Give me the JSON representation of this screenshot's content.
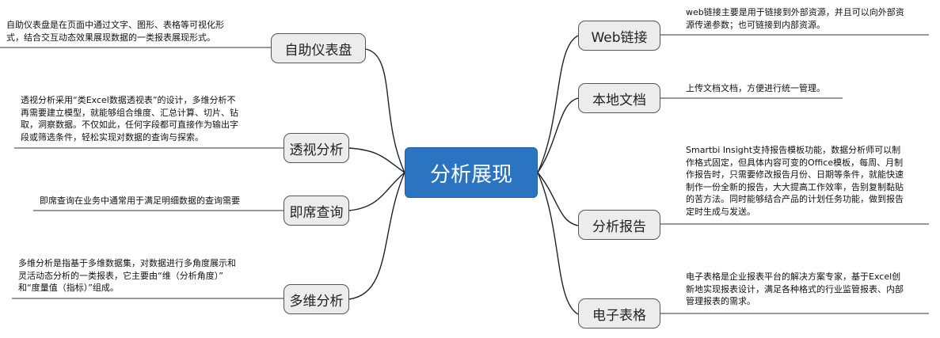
{
  "center": {
    "label": "分析展现"
  },
  "left": [
    {
      "label": "自助仪表盘",
      "note": [
        "自助仪表盘是在页面中通过文字、图形、表格等可视化形",
        "式，结合交互动态效果展现数据的一类报表展现形式。"
      ]
    },
    {
      "label": "透视分析",
      "note": [
        "透视分析采用“类Excel数据透视表”的设计，多维分析不",
        "再需要建立模型，就能够组合维度、汇总计算、切片、钻",
        "取，洞察数据。不仅如此，任何字段都可直接作为输出字",
        "段或筛选条件，轻松实现对数据的查询与探索。"
      ]
    },
    {
      "label": "即席查询",
      "note": [
        "即席查询在业务中通常用于满足明细数据的查询需要"
      ]
    },
    {
      "label": "多维分析",
      "note": [
        "多维分析是指基于多维数据集，对数据进行多角度展示和",
        "灵活动态分析的一类报表，它主要由“维（分析角度）”",
        "和“度量值（指标）”组成。"
      ]
    }
  ],
  "right": [
    {
      "label": "Web链接",
      "note": [
        "web链接主要是用于链接到外部资源，并且可以向外部资",
        "源传递参数；也可链接到内部资源。"
      ]
    },
    {
      "label": "本地文档",
      "note": [
        "上传文档文档，方便进行统一管理。"
      ]
    },
    {
      "label": "分析报告",
      "note": [
        "Smartbi Insight支持报告模板功能，数据分析师可以制",
        "作格式固定，但具体内容可变的Office模板，每周、月制",
        "作报告时，只需要修改报告月份、日期等条件，就能快速",
        "制作一份全新的报告，大大提高工作效率，告别复制黏贴",
        "的苦方法。同时能够结合产品的计划任务功能，做到报告",
        "定时生成与发送。"
      ]
    },
    {
      "label": "电子表格",
      "note": [
        "电子表格是企业报表平台的解决方案专家，基于Excel创",
        "新地实现报表设计，满足各种格式的行业监管报表、内部",
        "管理报表的需求。"
      ]
    }
  ]
}
